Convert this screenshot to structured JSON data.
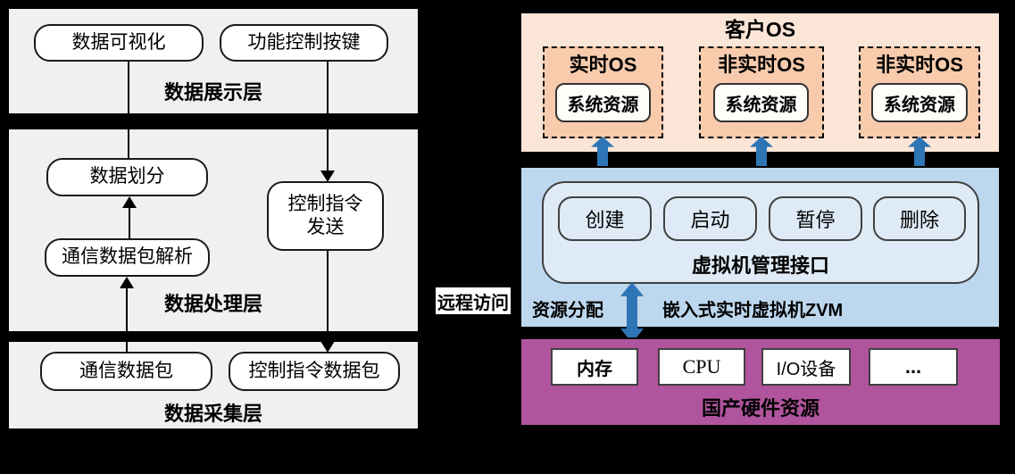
{
  "colors": {
    "background": "#000000",
    "layer_fill": "#f0f0f0",
    "node_fill": "#ffffff",
    "guest_fill": "#fbe5d6",
    "os_fill": "#f8cbad",
    "vm_fill": "#bdd7ee",
    "vm_inner_fill": "#deebf7",
    "hardware_fill": "#b0549d",
    "arrow_blue": "#2e75b6"
  },
  "left": {
    "display_layer": {
      "label": "数据展示层",
      "node_visualization": "数据可视化",
      "node_controls": "功能控制按键"
    },
    "process_layer": {
      "label": "数据处理层",
      "node_partition": "数据划分",
      "node_cmd_send": "控制指令发送",
      "node_packet_parse": "通信数据包解析"
    },
    "collect_layer": {
      "label": "数据采集层",
      "node_comm_packet": "通信数据包",
      "node_cmd_packet": "控制指令数据包"
    }
  },
  "middle": {
    "remote_access": "远程访问"
  },
  "right": {
    "guest_os": {
      "title": "客户OS",
      "os_boxes": [
        {
          "title": "实时OS",
          "resource": "系统资源"
        },
        {
          "title": "非实时OS",
          "resource": "系统资源"
        },
        {
          "title": "非实时OS",
          "resource": "系统资源"
        }
      ]
    },
    "vm": {
      "buttons": [
        "创建",
        "启动",
        "暂停",
        "删除"
      ],
      "interface_label": "虚拟机管理接口",
      "resource_alloc": "资源分配",
      "zvm_label": "嵌入式实时虚拟机ZVM"
    },
    "hardware": {
      "label": "国产硬件资源",
      "items": [
        "内存",
        "CPU",
        "I/O设备",
        "..."
      ]
    }
  }
}
